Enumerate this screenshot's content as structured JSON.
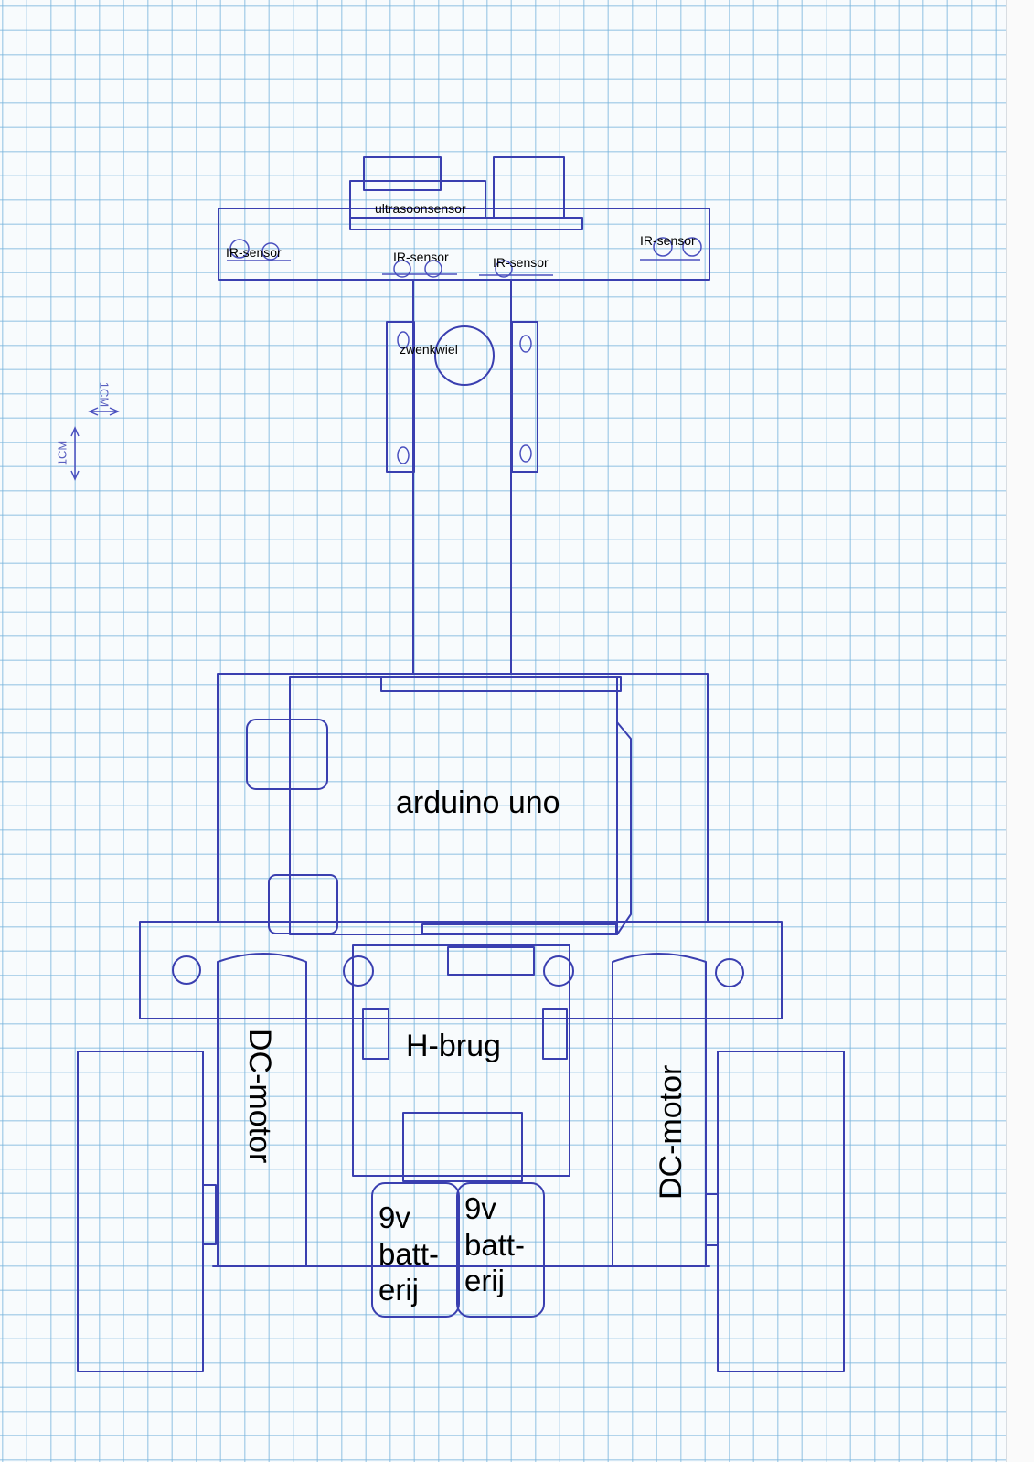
{
  "labels": {
    "ultrasonic": "ultrasoonsensor",
    "ir_1": "IR-sensor",
    "ir_2": "IR-sensor",
    "ir_3": "IR-sensor",
    "ir_4": "IR-sensor",
    "caster": "zwenkwiel",
    "arduino": "arduino uno",
    "hbridge": "H-brug",
    "motor_left": "DC-motor",
    "motor_right": "DC-motor",
    "battery_left": [
      "9v",
      "batt-",
      "erij"
    ],
    "battery_right": [
      "9v",
      "batt-",
      "erij"
    ]
  },
  "scale": {
    "horizontal": "1CM",
    "vertical": "1CM"
  },
  "colors": {
    "ink": "#3a3fb0",
    "grid": "#78b4dc",
    "paper": "#f8fbfd"
  }
}
